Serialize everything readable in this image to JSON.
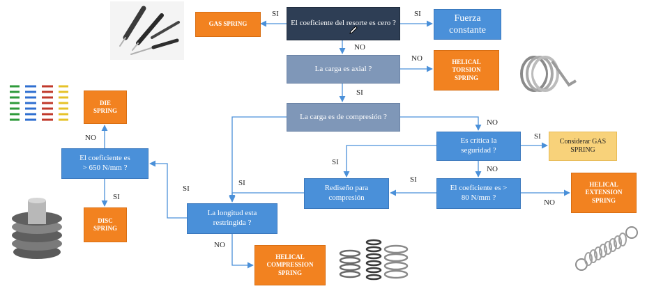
{
  "nodes": {
    "start": "El coeficiente del resorte es cero ?",
    "gas_spring_top": "GAS SPRING",
    "fuerza_constante": "Fuerza\nconstante",
    "carga_axial": "La carga es axial ?",
    "helical_torsion": "HELICAL\nTORSION\nSPRING",
    "carga_compresion": "La carga es de compresión ?",
    "critica_seguridad": "Es crítica la\nseguridad ?",
    "considerar_gas": "Considerar GAS\nSPRING",
    "coef_80": "El coeficiente es >\n80 N/mm ?",
    "helical_extension": "HELICAL\nEXTENSION\nSPRING",
    "rediseno": "Rediseño para\ncompresión",
    "longitud": "La longitud esta\nrestringida ?",
    "helical_compression": "HELICAL\nCOMPRESSION\nSPRING",
    "coef_650": "El coeficiente es\n> 650 N/mm ?",
    "die_spring": "DIE\nSPRING",
    "disc_spring": "DISC\nSPRING"
  },
  "edge_labels": {
    "start_si_left": "SI",
    "start_si_right": "SI",
    "start_no": "NO",
    "axial_no": "NO",
    "axial_si": "SI",
    "compresion_no": "NO",
    "critica_si": "SI",
    "critica_no": "NO",
    "critica_si_left": "SI",
    "coef80_si": "SI",
    "coef80_no": "NO",
    "compresion_si": "SI",
    "longitud_si": "SI",
    "longitud_no": "NO",
    "coef650_no": "NO",
    "coef650_si": "SI"
  },
  "colors": {
    "decision_dark": "#2e3e55",
    "decision_blue": "#4a90d9",
    "decision_slate": "#7f97b8",
    "result_orange": "#f28220",
    "result_gold": "#f8d27a",
    "connector": "#4a90d9"
  },
  "illustrations": [
    "gas-springs-photo",
    "torsion-spring-photo",
    "die-springs-photo",
    "disc-spring-photo",
    "compression-springs-photo",
    "extension-spring-photo"
  ]
}
